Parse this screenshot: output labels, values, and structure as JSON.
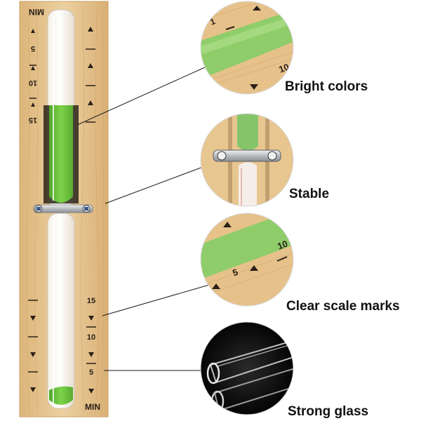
{
  "timer": {
    "unit_top": "MIN",
    "unit_bottom": "MIN",
    "left_scale_top": [
      "5",
      "10",
      "15"
    ],
    "right_scale_bottom": [
      "15",
      "10",
      "5"
    ],
    "sand_color": "#6ec23e",
    "wood_color": "#e8c690"
  },
  "features": [
    {
      "label": "Bright colors",
      "icon": "wood-green-sand-closeup"
    },
    {
      "label": "Stable",
      "icon": "metal-clamp-closeup"
    },
    {
      "label": "Clear scale marks",
      "icon": "scale-marks-closeup"
    },
    {
      "label": "Strong glass",
      "icon": "glass-tube-closeup"
    }
  ],
  "closeups": {
    "scale_numbers_1": [
      "1",
      "10"
    ],
    "scale_numbers_3": [
      "10",
      "5"
    ]
  }
}
